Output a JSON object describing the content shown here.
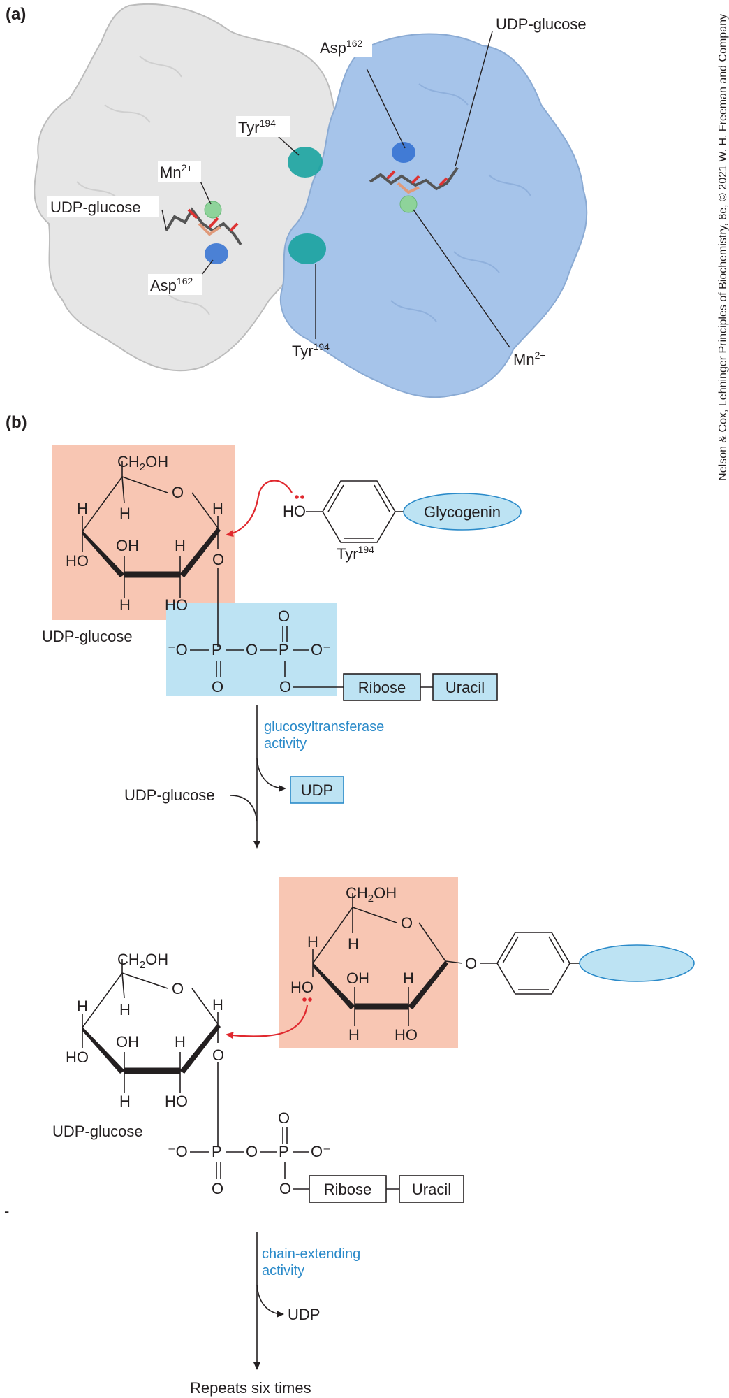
{
  "panel_a": {
    "tag": "(a)",
    "labels": {
      "udp_glucose_right": "UDP-glucose",
      "asp_right": "Asp",
      "asp_right_sup": "162",
      "tyr_top": "Tyr",
      "tyr_top_sup": "194",
      "mn_left": "Mn",
      "mn_left_sup": "2+",
      "udp_glucose_left": "UDP-glucose",
      "asp_left": "Asp",
      "asp_left_sup": "162",
      "tyr_bottom": "Tyr",
      "tyr_bottom_sup": "194",
      "mn_right": "Mn",
      "mn_right_sup": "2+"
    },
    "colors": {
      "left_subunit": "#e6e6e6",
      "right_subunit": "#a6c4ea",
      "tyr": "#1aa3a0",
      "asp": "#2f6fd1",
      "mn": "#8ed39a"
    }
  },
  "panel_b": {
    "tag": "(b)",
    "step1": {
      "sugar_label": "UDP-glucose",
      "ch2oh": "CH₂OH",
      "o": "O",
      "h": "H",
      "oh": "OH",
      "ho": "HO",
      "phosphate_o": "O",
      "p": "P",
      "minus_o": "⁻O",
      "o_minus": "O⁻",
      "ribose": "Ribose",
      "uracil": "Uracil",
      "tyr_ho": "HO",
      "tyr_label": "Tyr",
      "tyr_sup": "194",
      "glycogenin": "Glycogenin"
    },
    "arrow1": {
      "activity_line1": "glucosyltransferase",
      "activity_line2": "activity",
      "input": "UDP-glucose",
      "output": "UDP"
    },
    "step2": {
      "sugar_label": "UDP-glucose",
      "ribose": "Ribose",
      "uracil": "Uracil"
    },
    "arrow2": {
      "activity_line1": "chain-extending",
      "activity_line2": "activity",
      "output": "UDP",
      "result": "Repeats six times"
    },
    "stray_mark": "-"
  },
  "credit": "Nelson & Cox, Lehninger Principles of Biochemistry, 8e, © 2021 W. H. Freeman and Company",
  "colors": {
    "salmon": "#f8c6b3",
    "light_blue": "#bde3f3",
    "arrow_red": "#e0282e",
    "accent_blue": "#2a8ac9"
  }
}
